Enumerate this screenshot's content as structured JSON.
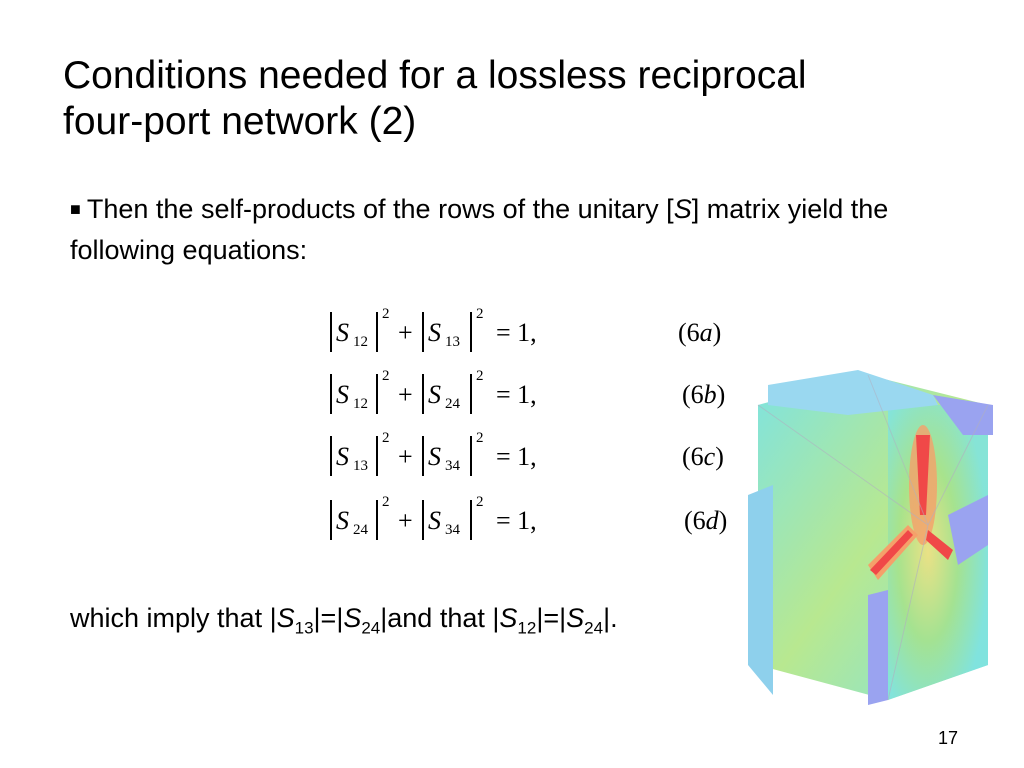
{
  "slide": {
    "title_line1": "Conditions needed for a lossless reciprocal",
    "title_line2": "four-port network (2)",
    "bullet_part1": "Then the self-products of the rows of the unitary [",
    "bullet_S": "S",
    "bullet_part2": "] matrix yield the following equations:",
    "equations": [
      {
        "s1": "S",
        "sub1": "12",
        "s2": "S",
        "sub2": "13",
        "exp": "2",
        "plus": "+",
        "rhs": "= 1,",
        "label_open": "(6",
        "label_letter": "a",
        "label_close": ")"
      },
      {
        "s1": "S",
        "sub1": "12",
        "s2": "S",
        "sub2": "24",
        "exp": "2",
        "plus": "+",
        "rhs": "= 1,",
        "label_open": "(6",
        "label_letter": "b",
        "label_close": ")"
      },
      {
        "s1": "S",
        "sub1": "13",
        "s2": "S",
        "sub2": "34",
        "exp": "2",
        "plus": "+",
        "rhs": "= 1,",
        "label_open": "(6",
        "label_letter": "c",
        "label_close": ")"
      },
      {
        "s1": "S",
        "sub1": "24",
        "s2": "S",
        "sub2": "34",
        "exp": "2",
        "plus": "+",
        "rhs": "= 1,",
        "label_open": "(6",
        "label_letter": "d",
        "label_close": ")"
      }
    ],
    "imply_prefix": "which imply that |",
    "imply_S1": "S",
    "imply_sub1": "13",
    "imply_eq1": "|=|",
    "imply_S2": "S",
    "imply_sub2": "24",
    "imply_mid": "|and that |",
    "imply_S3": "S",
    "imply_sub3": "12",
    "imply_eq2": "|=|",
    "imply_S4": "S",
    "imply_sub4": "24",
    "imply_end": "|.",
    "page_number": "17"
  },
  "colors": {
    "cube_cyan": "#7fe3e0",
    "cube_green": "#a6e28a",
    "cube_blue": "#9aa3f0",
    "cube_red": "#f04848",
    "cube_orange": "#f5a06a"
  }
}
